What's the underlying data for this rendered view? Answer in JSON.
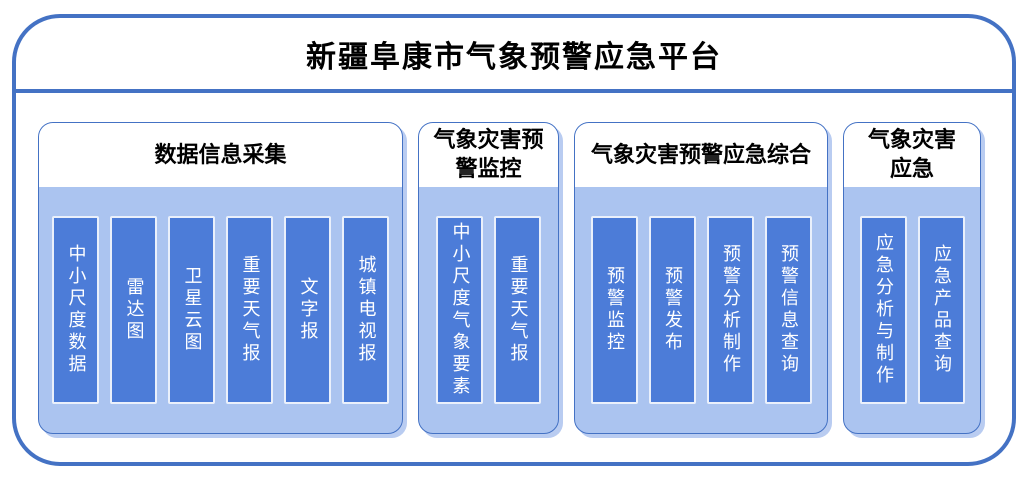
{
  "title": "新疆阜康市气象预警应急平台",
  "groups": [
    {
      "header": "数据信息采集",
      "items": [
        "中小尺度数据",
        "雷达图",
        "卫星云图",
        "重要天气报",
        "文字报",
        "城镇电视报"
      ]
    },
    {
      "header": "气象灾害预\n警监控",
      "items": [
        "中小尺度气象要素",
        "重要天气报"
      ]
    },
    {
      "header": "气象灾害预警应急综合",
      "items": [
        "预警监控",
        "预警发布",
        "预警分析制作",
        "预警信息查询"
      ]
    },
    {
      "header": "气象灾害\n应急",
      "items": [
        "应急分析与制作",
        "应急产品查询"
      ]
    }
  ],
  "colors": {
    "frame_border": "#4472C4",
    "divider": "#4472C4",
    "group_border": "#4472C4",
    "group_body_fill": "#ABC4F0",
    "group_header_bg": "#FFFFFF",
    "group_shadow": "#B9CCF1",
    "item_fill": "#4C7CD8",
    "item_border": "#EAF0FB",
    "item_text": "#FFFFFF",
    "title_text": "#000000"
  }
}
